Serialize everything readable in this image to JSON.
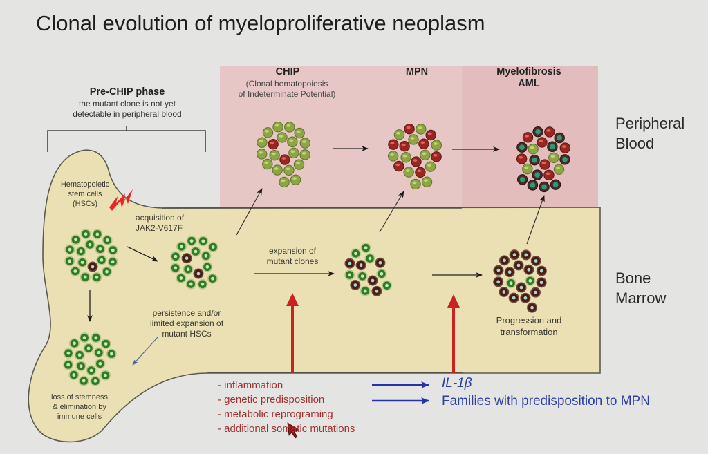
{
  "title": "Clonal evolution of myeloproliferative neoplasm",
  "phases": {
    "pre_chip": {
      "title": "Pre-CHIP phase",
      "subtitle_line1": "the mutant clone is not yet",
      "subtitle_line2": "detectable in peripheral blood"
    },
    "chip": {
      "title": "CHIP",
      "subtitle_line1": "(Clonal hematopoiesis",
      "subtitle_line2": "of Indeterminate Potential)"
    },
    "mpn": {
      "title": "MPN"
    },
    "mf_aml": {
      "title_line1": "Myelofibrosis",
      "title_line2": "AML"
    }
  },
  "compartments": {
    "peripheral_blood": {
      "line1": "Peripheral",
      "line2": "Blood"
    },
    "bone_marrow": {
      "line1": "Bone",
      "line2": "Marrow"
    }
  },
  "labels": {
    "hsc": [
      "Hematopoietic",
      "stem cells",
      "(HSCs)"
    ],
    "acquisition": [
      "acquisition of",
      "JAK2-V617F"
    ],
    "persistence": [
      "persistence and/or",
      "limited expansion of",
      "mutant HSCs"
    ],
    "loss": [
      "loss of stemness",
      "& elimination by",
      "immune cells"
    ],
    "expansion": [
      "expansion of",
      "mutant clones"
    ],
    "progression": [
      "Progression and",
      "transformation"
    ]
  },
  "factors": [
    "- inflammation",
    "- genetic predisposition",
    "- metabolic reprograming",
    "- additional somatic mutations"
  ],
  "factor_links": [
    {
      "from": "- inflammation",
      "to": "IL-1β"
    },
    {
      "from": "- genetic predisposition",
      "to": "Families with predisposition to MPN"
    }
  ],
  "colors": {
    "marrow": "#ebdfb4",
    "blood_pink": "#e6c7c5",
    "healthy_cell": "#2f7a25",
    "mutant_cell": "#4a1a16",
    "blast_cell": "#2e9a7c",
    "rbc_normal": "#8ea544",
    "rbc_mutant": "#9a2622",
    "stress_arrow": "#c8231f",
    "link_arrow": "#2633a8"
  },
  "clusters": {
    "hsc_initial": {
      "healthy": 17,
      "mutant": 1
    },
    "persistence": {
      "healthy": 14,
      "mutant": 2
    },
    "loss": {
      "healthy": 17,
      "mutant": 0
    },
    "expansion": {
      "healthy": 8,
      "mutant": 6
    },
    "progression": {
      "healthy": 2,
      "mutant": 17
    },
    "chip_blood": {
      "normal": 18,
      "mutant": 2
    },
    "mpn_blood": {
      "normal": 11,
      "mutant": 9
    },
    "aml_blood": {
      "normal": 4,
      "mutant": 7,
      "blast": 11
    }
  }
}
